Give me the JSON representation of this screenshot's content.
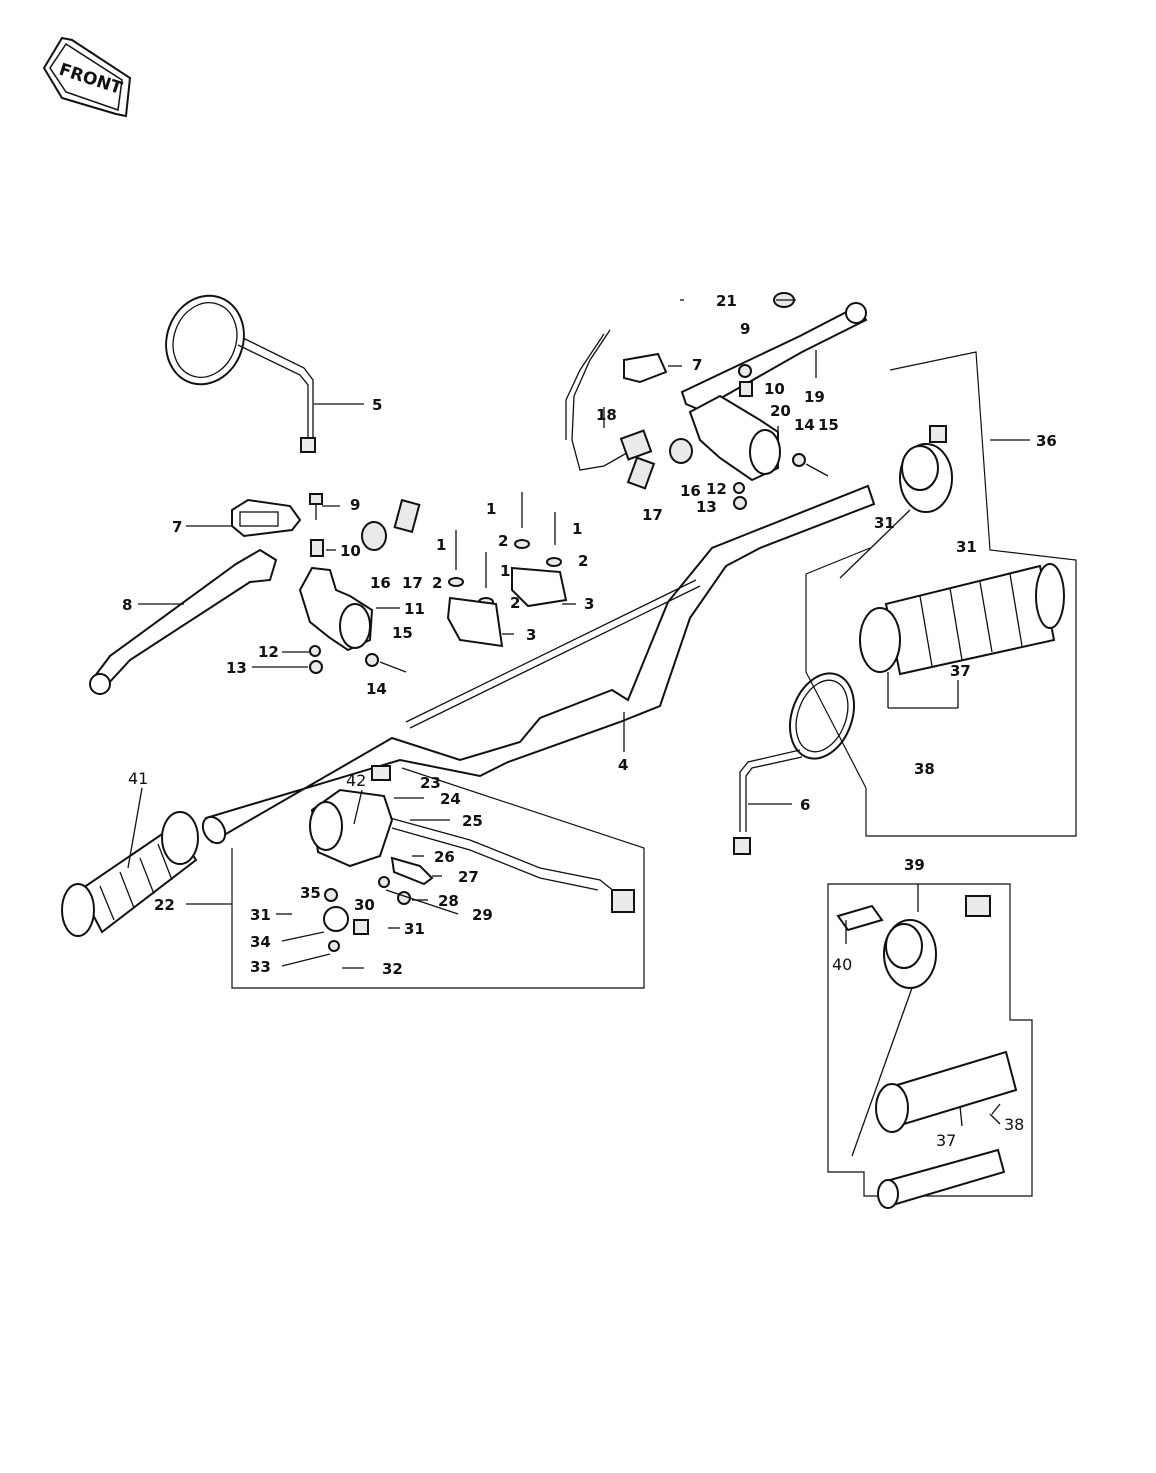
{
  "badge": {
    "front": "FRONT"
  },
  "labels": {
    "l1a": "1",
    "l1b": "1",
    "l1c": "1",
    "l1d": "1",
    "l2a": "2",
    "l2b": "2",
    "l2c": "2",
    "l2d": "2",
    "l3a": "3",
    "l3b": "3",
    "l4": "4",
    "l5": "5",
    "l6": "6",
    "l7a": "7",
    "l7b": "7",
    "l8": "8",
    "l9a": "9",
    "l9b": "9",
    "l10a": "10",
    "l10b": "10",
    "l11": "11",
    "l12a": "12",
    "l12b": "12",
    "l13a": "13",
    "l13b": "13",
    "l14a": "14",
    "l14b": "14",
    "l15a": "15",
    "l15b": "15",
    "l16a": "16",
    "l16b": "16",
    "l17a": "17",
    "l17b": "17",
    "l18": "18",
    "l19": "19",
    "l20": "20",
    "l21": "21",
    "l22": "22",
    "l23": "23",
    "l24": "24",
    "l25": "25",
    "l26": "26",
    "l27": "27",
    "l28": "28",
    "l29": "29",
    "l30": "30",
    "l31a": "31",
    "l31b": "31",
    "l31c": "31",
    "l31d": "31",
    "l32": "32",
    "l33": "33",
    "l34": "34",
    "l35": "35",
    "l36": "36",
    "l37a": "37",
    "l37b": "37",
    "l38a": "38",
    "l38b": "38",
    "l39": "39",
    "l40": "40",
    "l41": "41",
    "l42": "42"
  }
}
